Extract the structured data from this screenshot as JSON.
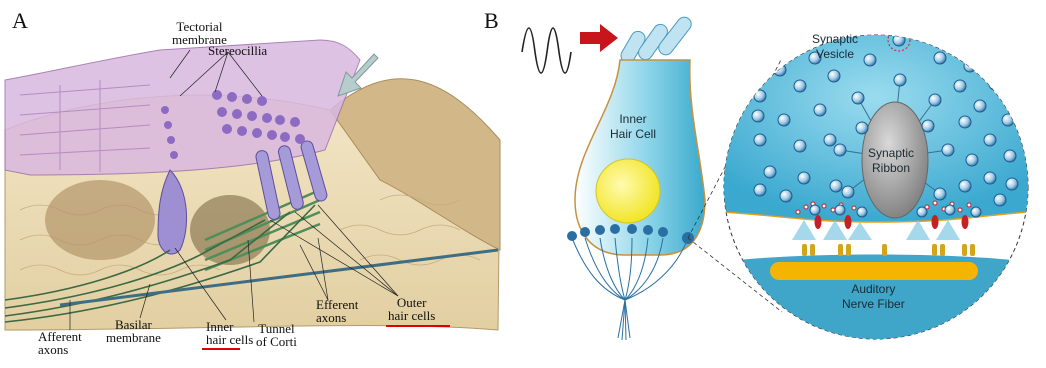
{
  "panels": {
    "a": "A",
    "b": "B"
  },
  "panel_a": {
    "tectorial_membrane": [
      "Tectorial",
      "membrane"
    ],
    "stereocilia": "Stereocillia",
    "afferent_axons": [
      "Afferent",
      "axons"
    ],
    "basilar_membrane": [
      "Basilar",
      "membrane"
    ],
    "inner_hair_cells": [
      "Inner",
      "hair cells"
    ],
    "tunnel_of_corti": [
      "Tunnel",
      "of Corti"
    ],
    "efferent_axons": [
      "Efferent",
      "axons"
    ],
    "outer_hair_cells": [
      "Outer",
      "hair cells"
    ],
    "underline_color": "#e00000"
  },
  "panel_b": {
    "inner_hair_cell": [
      "Inner",
      "Hair Cell"
    ],
    "synaptic_vesicle": [
      "Synaptic",
      "Vesicle"
    ],
    "synaptic_ribbon": [
      "Synaptic",
      "Ribbon"
    ],
    "auditory_nerve_fiber": [
      "Auditory",
      "Nerve Fiber"
    ],
    "colors": {
      "cell": "#5fc3dc",
      "nucleus": "#f6ef3a",
      "fiber": "#f5b400",
      "arrow": "#c8151b"
    }
  }
}
